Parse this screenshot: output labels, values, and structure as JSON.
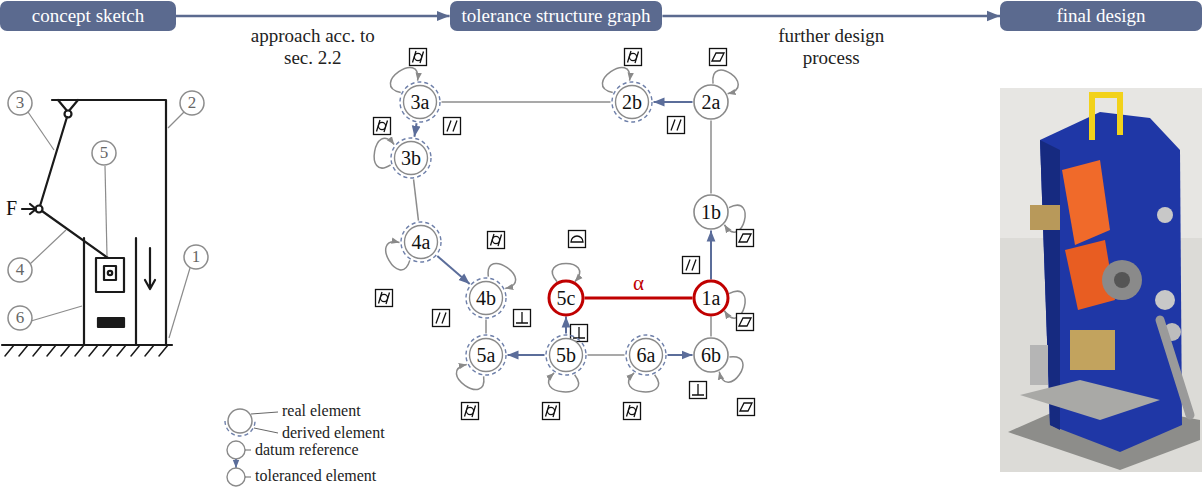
{
  "diagram": {
    "nodes": [
      {
        "text": [
          "concept sketch"
        ]
      },
      {
        "text": [
          "tolerance structure graph"
        ]
      },
      {
        "text": [
          "final design"
        ]
      },
      {
        "text": [
          "3"
        ]
      },
      {
        "text": [
          "2"
        ]
      },
      {
        "text": [
          "5"
        ]
      },
      {
        "text": [
          "1"
        ]
      },
      {
        "text": [
          "4"
        ]
      },
      {
        "text": [
          "6"
        ]
      },
      {
        "text": [
          "3a"
        ]
      },
      {
        "text": [
          "2b"
        ]
      },
      {
        "text": [
          "2a"
        ]
      },
      {
        "text": [
          "3b"
        ]
      },
      {
        "text": [
          "1b"
        ]
      },
      {
        "text": [
          "4a"
        ]
      },
      {
        "text": [
          "4b"
        ]
      },
      {
        "text": [
          "5c"
        ]
      },
      {
        "text": [
          "1a"
        ]
      },
      {
        "text": [
          "5a"
        ]
      },
      {
        "text": [
          "5b"
        ]
      },
      {
        "text": [
          "6a"
        ]
      },
      {
        "text": [
          "6b"
        ]
      }
    ],
    "edges": [
      {
        "from": 0,
        "to": 1,
        "arrow": "to",
        "label": "approach acc. to sec. 2.2"
      },
      {
        "from": 1,
        "to": 2,
        "arrow": "to",
        "label": "further design process"
      },
      {
        "from": 9,
        "to": 10,
        "arrow": "none"
      },
      {
        "from": 11,
        "to": 10,
        "arrow": "to"
      },
      {
        "from": 11,
        "to": 13,
        "arrow": "none"
      },
      {
        "from": 17,
        "to": 13,
        "arrow": "to"
      },
      {
        "from": 9,
        "to": 12,
        "arrow": "to"
      },
      {
        "from": 12,
        "to": 14,
        "arrow": "none"
      },
      {
        "from": 14,
        "to": 15,
        "arrow": "to"
      },
      {
        "from": 15,
        "to": 18,
        "arrow": "none"
      },
      {
        "from": 19,
        "to": 18,
        "arrow": "to"
      },
      {
        "from": 19,
        "to": 16,
        "arrow": "to"
      },
      {
        "from": 19,
        "to": 20,
        "arrow": "none"
      },
      {
        "from": 20,
        "to": 21,
        "arrow": "to"
      },
      {
        "from": 21,
        "to": 17,
        "arrow": "none"
      },
      {
        "from": 16,
        "to": 17,
        "arrow": "none",
        "label": "α"
      }
    ],
    "labels": [
      "F"
    ],
    "legend": [
      {
        "text": "real element"
      },
      {
        "text": "derived element"
      },
      {
        "text": "datum reference"
      },
      {
        "text": "toleranced element"
      }
    ]
  }
}
